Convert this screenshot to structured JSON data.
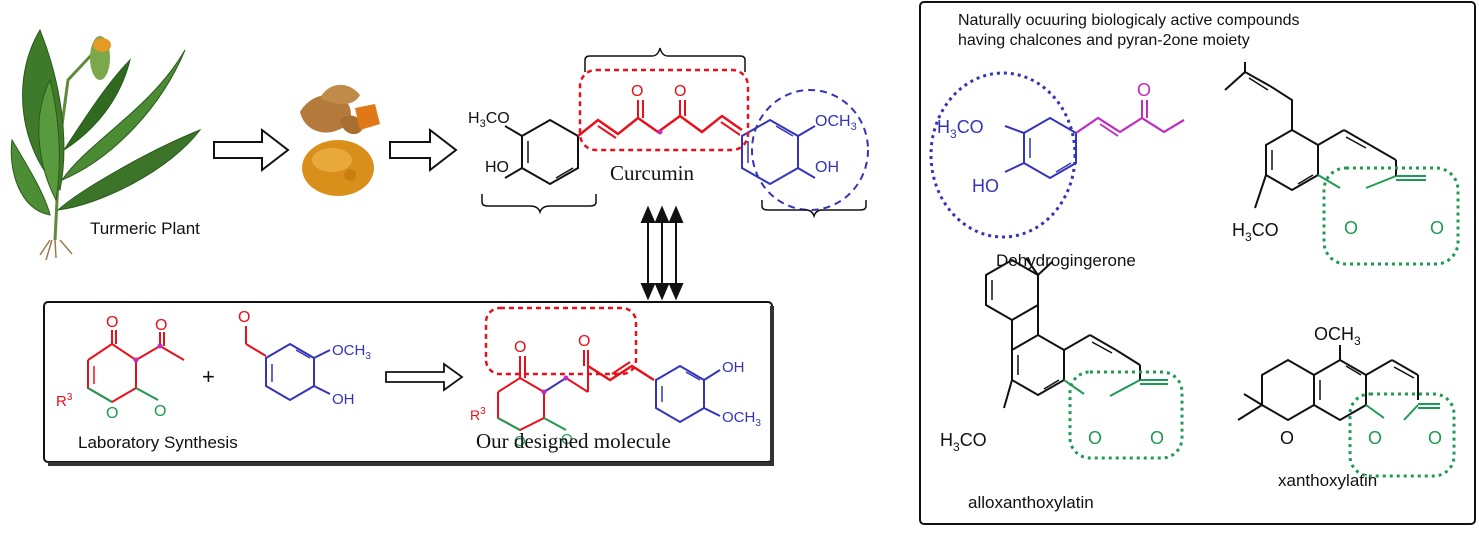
{
  "left_panel": {
    "plant_label": "Turmeric Plant",
    "curcumin": {
      "name": "Curcumin",
      "left_substituent_top": "H",
      "left_substituent_top_sub": "3",
      "left_substituent_top_rest": "CO",
      "left_substituent_bottom": "HO",
      "right_substituent_top": "OCH",
      "right_substituent_top_sub": "3",
      "right_substituent_bottom": "OH",
      "carbonyl_1": "O",
      "carbonyl_2": "O"
    },
    "synthesis_box": {
      "label": "Laboratory Synthesis",
      "plus": "+",
      "reactant_a": {
        "carbonyl_top": "O",
        "carbonyl_side": "O",
        "ring_o": "O",
        "ring_carbonyl": "O",
        "r_group": "R",
        "r_sup": "3"
      },
      "reactant_b": {
        "aldehyde_o": "O",
        "methoxy": "OCH",
        "methoxy_sub": "3",
        "hydroxy": "OH"
      },
      "product": {
        "name": "Our designed molecule",
        "carbonyl_1": "O",
        "carbonyl_2": "O",
        "ring_o": "O",
        "ring_carbonyl": "O",
        "r_group": "R",
        "r_sup": "3",
        "hydroxy": "OH",
        "methoxy": "OCH",
        "methoxy_sub": "3"
      }
    }
  },
  "right_panel": {
    "title_line1": "Naturally ocuuring biologicaly active compounds",
    "title_line2": "having chalcones and pyran-2one moiety",
    "compounds": [
      {
        "name": "Dehydrogingerone",
        "methoxy_top": "H",
        "methoxy_sub": "3",
        "methoxy_rest": "CO",
        "hydroxy": "HO",
        "ketone_o": "O"
      },
      {
        "name": "",
        "methoxy": "H",
        "methoxy_sub": "3",
        "methoxy_rest": "CO",
        "ring_o": "O",
        "carbonyl_o": "O"
      },
      {
        "name": "alloxanthoxylatin",
        "methoxy": "H",
        "methoxy_sub": "3",
        "methoxy_rest": "CO",
        "ring_o": "O",
        "carbonyl_o": "O"
      },
      {
        "name": "xanthoxylatin",
        "methoxy": "OCH",
        "methoxy_sub": "3",
        "pyran_o": "O",
        "ring_o": "O",
        "carbonyl_o": "O"
      }
    ]
  },
  "colors": {
    "red": "#e8101a",
    "blue": "#3434b8",
    "magenta": "#c02cc0",
    "green": "#1f9a52",
    "black": "#111111",
    "plant_green": "#3f7a2a",
    "turmeric_orange": "#d9901a",
    "turmeric_root": "#b37a3c"
  }
}
